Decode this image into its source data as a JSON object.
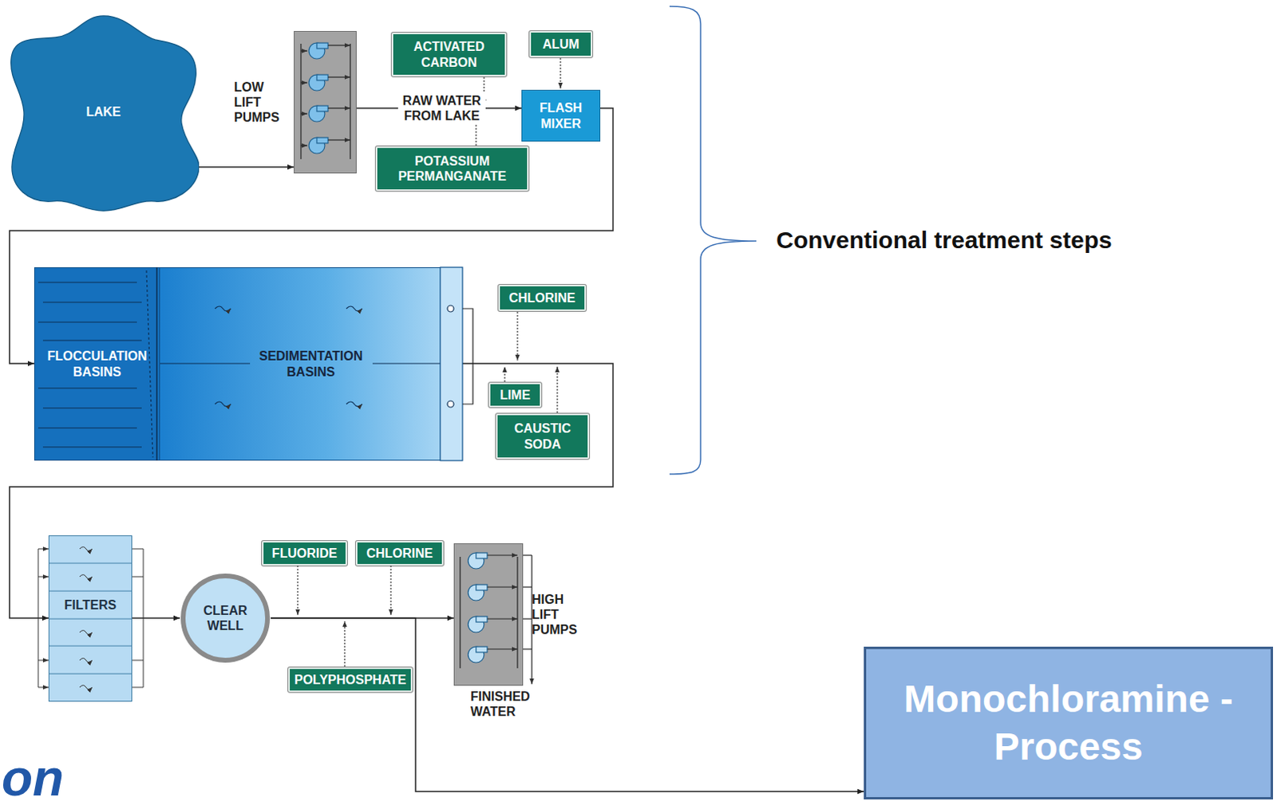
{
  "diagram": {
    "nodes": [
      {
        "text": [
          "LAKE"
        ]
      },
      {
        "text": [
          "LOW LIFT PUMPS"
        ]
      },
      {
        "text": [
          "ACTIVATED CARBON"
        ]
      },
      {
        "text": [
          "ALUM"
        ]
      },
      {
        "text": [
          "FLASH MIXER"
        ]
      },
      {
        "text": [
          "POTASSIUM PERMANGANATE"
        ]
      },
      {
        "text": [
          "FLOCCULATION BASINS"
        ]
      },
      {
        "text": [
          "SEDIMENTATION BASINS"
        ]
      },
      {
        "text": [
          "CHLORINE"
        ]
      },
      {
        "text": [
          "LIME"
        ]
      },
      {
        "text": [
          "CAUSTIC SODA"
        ]
      },
      {
        "text": [
          "FILTERS"
        ]
      },
      {
        "text": [
          "CLEAR WELL"
        ]
      },
      {
        "text": [
          "FLUORIDE"
        ]
      },
      {
        "text": [
          "CHLORINE"
        ]
      },
      {
        "text": [
          "POLYPHOSPHATE"
        ]
      },
      {
        "text": [
          "HIGH LIFT PUMPS"
        ]
      },
      {
        "text": [
          "Monochloramine - Process"
        ]
      }
    ],
    "edges": [
      {
        "from": 0,
        "to": 1,
        "arrow": "to"
      },
      {
        "from": 1,
        "to": 4,
        "label": "RAW WATER FROM LAKE",
        "arrow": "to"
      },
      {
        "from": 4,
        "to": 6,
        "arrow": "to"
      },
      {
        "from": 7,
        "to": 11,
        "arrow": "to"
      },
      {
        "from": 11,
        "to": 12,
        "arrow": "to"
      },
      {
        "from": 12,
        "to": 16,
        "arrow": "to"
      },
      {
        "from": 12,
        "to": 17,
        "arrow": "to"
      }
    ],
    "labels": [
      "FINISHED WATER",
      "Conventional treatment steps",
      "on"
    ]
  }
}
